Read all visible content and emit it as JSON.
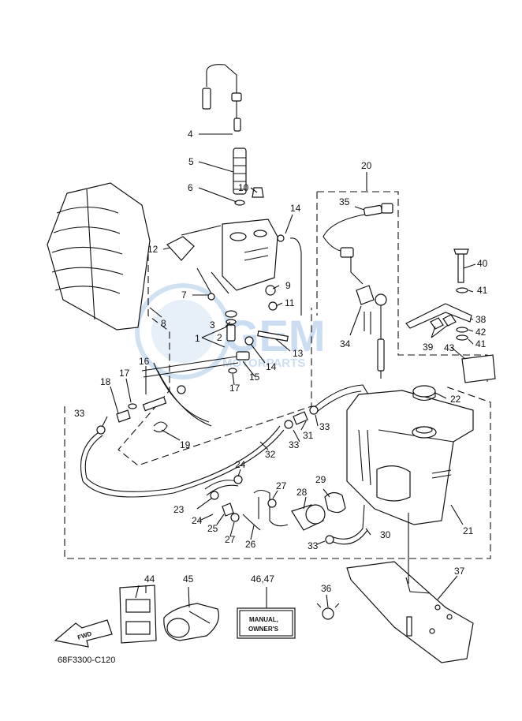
{
  "diagram": {
    "code": "68F3300-C120",
    "callouts": [
      "1",
      "2",
      "3",
      "4",
      "5",
      "6",
      "7",
      "8",
      "9",
      "10",
      "11",
      "12",
      "13",
      "14",
      "14",
      "15",
      "16",
      "17",
      "17",
      "18",
      "19",
      "20",
      "21",
      "22",
      "23",
      "24",
      "24",
      "25",
      "26",
      "27",
      "27",
      "28",
      "29",
      "30",
      "31",
      "32",
      "33",
      "33",
      "33",
      "33",
      "34",
      "35",
      "36",
      "37",
      "38",
      "39",
      "40",
      "41",
      "41",
      "42",
      "43",
      "44",
      "45",
      "46,47"
    ],
    "manual_label_line1": "MANUAL,",
    "manual_label_line2": "OWNER'S",
    "fwd_label": "FWD",
    "watermark_main": "GEM",
    "watermark_sub": "MOTORPARTS"
  },
  "colors": {
    "ink": "#111111",
    "watermark": "#9fc3e8"
  }
}
